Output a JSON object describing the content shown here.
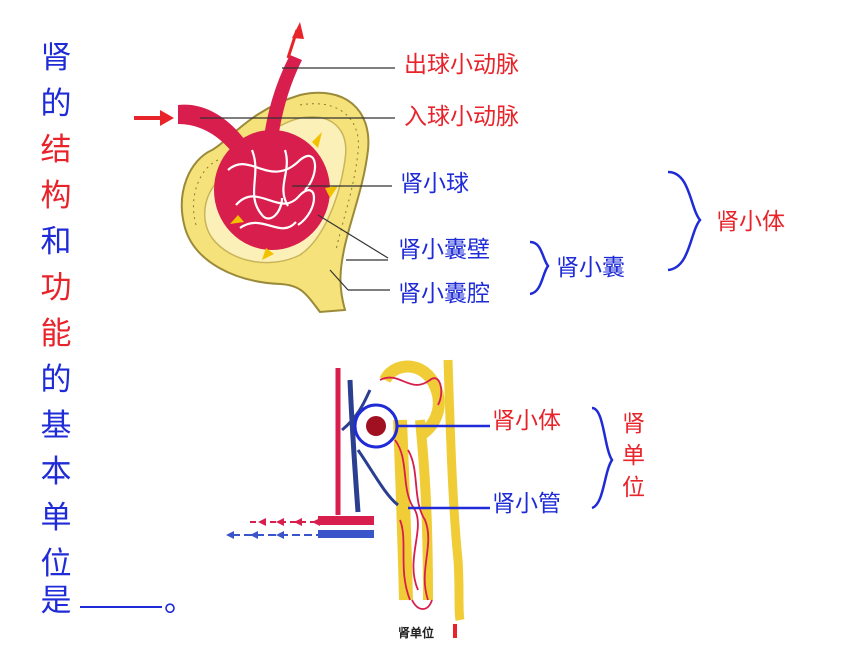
{
  "question": {
    "chars": [
      {
        "text": "肾",
        "color": "#1f2bd6"
      },
      {
        "text": "的",
        "color": "#1f2bd6"
      },
      {
        "text": "结",
        "color": "#e8232a"
      },
      {
        "text": "构",
        "color": "#e8232a"
      },
      {
        "text": "和",
        "color": "#1f2bd6"
      },
      {
        "text": "功",
        "color": "#e8232a"
      },
      {
        "text": "能",
        "color": "#e8232a"
      },
      {
        "text": "的",
        "color": "#1f2bd6"
      },
      {
        "text": "基",
        "color": "#1f2bd6"
      },
      {
        "text": "本",
        "color": "#1f2bd6"
      },
      {
        "text": "单",
        "color": "#1f2bd6"
      },
      {
        "text": "位",
        "color": "#1f2bd6"
      },
      {
        "text": "是",
        "color": "#1f2bd6"
      }
    ],
    "period": "。"
  },
  "top_diagram": {
    "efferent_arteriole": "出球小动脉",
    "afferent_arteriole": "入球小动脉",
    "glomerulus": "肾小球",
    "capsule_wall": "肾小囊壁",
    "capsule_cavity": "肾小囊腔",
    "capsule": "肾小囊",
    "renal_corpuscle": "肾小体"
  },
  "bottom_diagram": {
    "renal_corpuscle": "肾小体",
    "renal_tubule": "肾小管",
    "nephron_chars": [
      "肾",
      "单",
      "位"
    ],
    "caption": "肾单位"
  },
  "colors": {
    "red": "#e8232a",
    "blue": "#1f2bd6",
    "capsule_yellow": "#f5e27a",
    "vessel_red": "#d81e4c"
  }
}
